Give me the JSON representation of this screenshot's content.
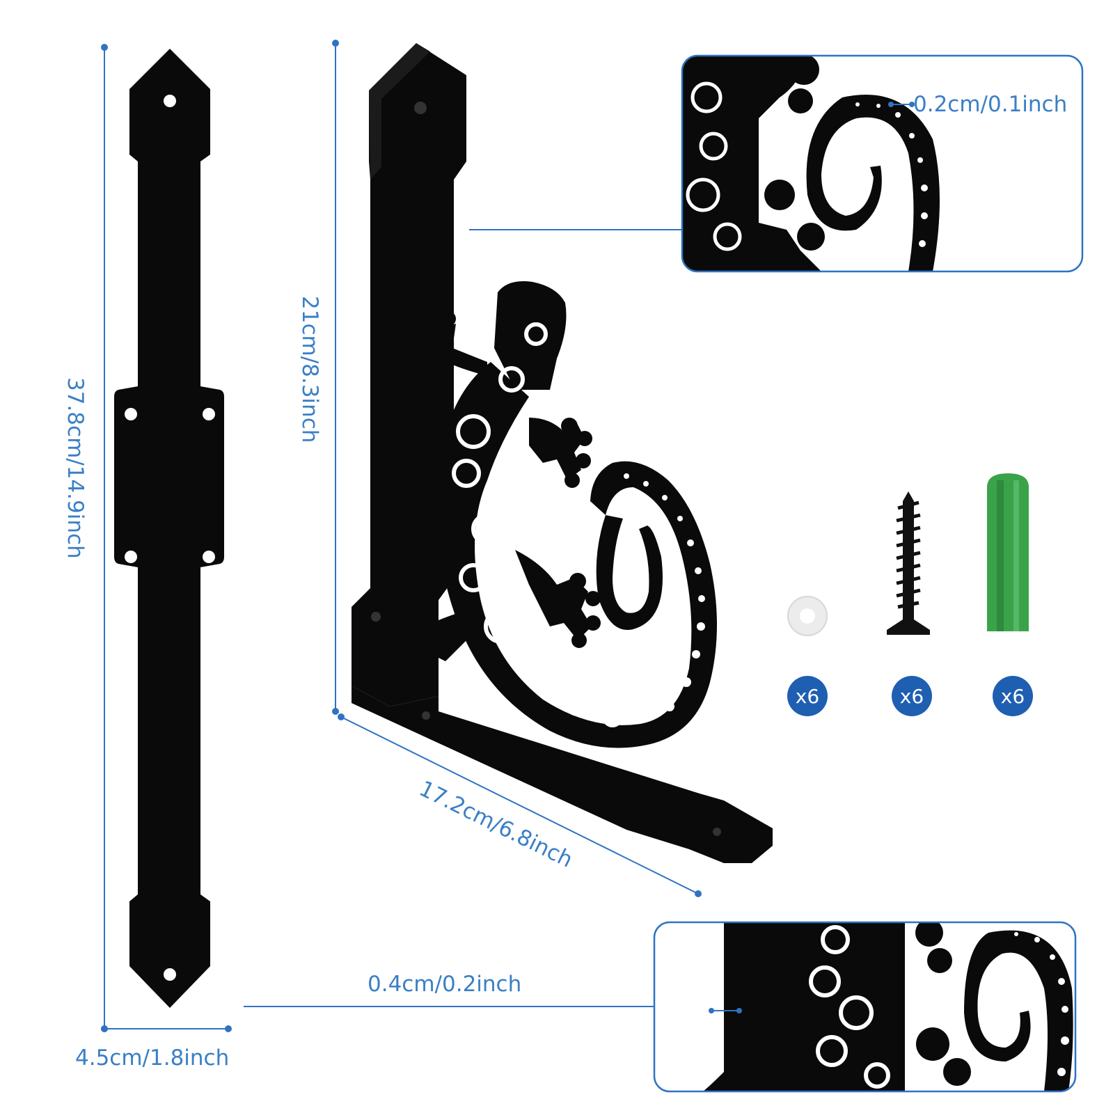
{
  "colors": {
    "dimension_line": "#2f73c2",
    "dimension_text": "#3a7fc6",
    "bracket": "#0a0a0a",
    "badge": "#1f5fb2",
    "anchor": "#3aa34a",
    "washer": "#ececec"
  },
  "dimensions": {
    "strap_length": "37.8cm/14.9inch",
    "strap_width": "4.5cm/1.8inch",
    "bracket_height": "21cm/8.3inch",
    "bracket_depth": "17.2cm/6.8inch",
    "detail_top_thickness": "0.2cm/0.1inch",
    "detail_bottom_thickness": "0.4cm/0.2inch"
  },
  "accessories": [
    {
      "icon": "washer-icon",
      "quantity": "x6"
    },
    {
      "icon": "screw-icon",
      "quantity": "x6"
    },
    {
      "icon": "wall-anchor-icon",
      "quantity": "x6"
    }
  ]
}
